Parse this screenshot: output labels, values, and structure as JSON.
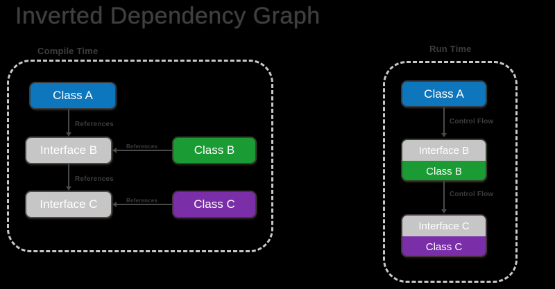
{
  "diagram": {
    "title": "Inverted Dependency Graph",
    "background_color": "#000000",
    "title_color": "#3f3f3f"
  },
  "panels": {
    "compile": {
      "label": "Compile Time",
      "border_color": "#c9c9c9"
    },
    "runtime": {
      "label": "Run Time",
      "border_color": "#c9c9c9"
    }
  },
  "colors": {
    "blue": "#0E76BC",
    "green": "#1A9B33",
    "purple": "#7A2EA8",
    "gray": "#C6C6C6",
    "connector": "#4a4a4a",
    "label": "#3d3d3d"
  },
  "compile_time": {
    "nodes": {
      "class_a": "Class A",
      "interface_b": "Interface B",
      "interface_c": "Interface C",
      "class_b": "Class B",
      "class_c": "Class C"
    },
    "edges": {
      "a_to_b": "References",
      "b_to_c": "References",
      "classb_to_interfaceb": "References",
      "classc_to_interfacec": "References"
    }
  },
  "run_time": {
    "nodes": {
      "class_a": "Class A",
      "interface_b": "Interface B",
      "class_b": "Class B",
      "interface_c": "Interface C",
      "class_c": "Class C"
    },
    "edges": {
      "a_to_b": "Control Flow",
      "b_to_c": "Control Flow"
    }
  }
}
